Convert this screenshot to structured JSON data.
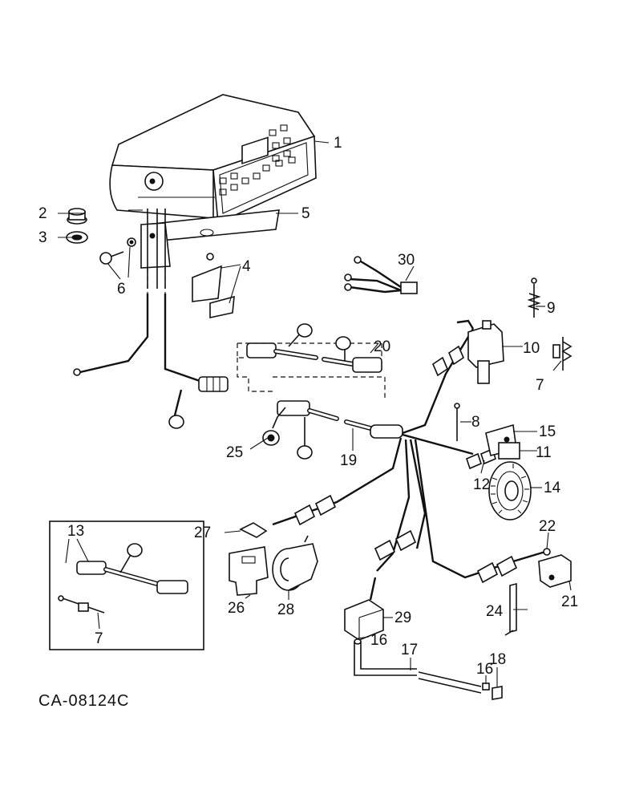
{
  "drawing_code": "CA-08124C",
  "callouts": [
    {
      "id": "c1",
      "label": "1"
    },
    {
      "id": "c2",
      "label": "2"
    },
    {
      "id": "c3",
      "label": "3"
    },
    {
      "id": "c4",
      "label": "4"
    },
    {
      "id": "c5",
      "label": "5"
    },
    {
      "id": "c6",
      "label": "6"
    },
    {
      "id": "c7a",
      "label": "7"
    },
    {
      "id": "c7b",
      "label": "7"
    },
    {
      "id": "c8",
      "label": "8"
    },
    {
      "id": "c9",
      "label": "9"
    },
    {
      "id": "c10",
      "label": "10"
    },
    {
      "id": "c11",
      "label": "11"
    },
    {
      "id": "c12",
      "label": "12"
    },
    {
      "id": "c13",
      "label": "13"
    },
    {
      "id": "c14",
      "label": "14"
    },
    {
      "id": "c15",
      "label": "15"
    },
    {
      "id": "c16a",
      "label": "16"
    },
    {
      "id": "c16b",
      "label": "16"
    },
    {
      "id": "c17",
      "label": "17"
    },
    {
      "id": "c18",
      "label": "18"
    },
    {
      "id": "c19",
      "label": "19"
    },
    {
      "id": "c20",
      "label": "20"
    },
    {
      "id": "c21",
      "label": "21"
    },
    {
      "id": "c22",
      "label": "22"
    },
    {
      "id": "c24",
      "label": "24"
    },
    {
      "id": "c25",
      "label": "25"
    },
    {
      "id": "c26",
      "label": "26"
    },
    {
      "id": "c27",
      "label": "27"
    },
    {
      "id": "c28",
      "label": "28"
    },
    {
      "id": "c29",
      "label": "29"
    },
    {
      "id": "c30",
      "label": "30"
    }
  ]
}
